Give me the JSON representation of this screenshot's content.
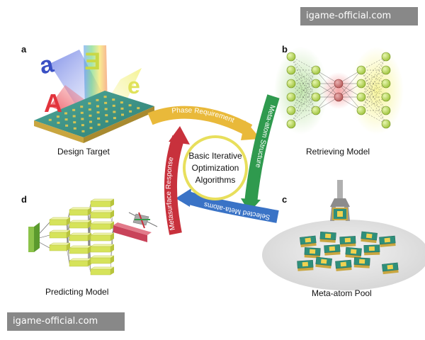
{
  "panels": {
    "a": {
      "letter": "a",
      "label": "Design Target"
    },
    "b": {
      "letter": "b",
      "label": "Retrieving Model"
    },
    "c": {
      "letter": "c",
      "label": "Meta-atom Pool"
    },
    "d": {
      "letter": "d",
      "label": "Predicting Model"
    }
  },
  "design_glyphs": {
    "g1": "a",
    "g2": "E",
    "g3": "A",
    "g4": "e"
  },
  "cycle": {
    "center_lines": [
      "Basic Iterative",
      "Optimization",
      "Algorithms"
    ],
    "arcs": {
      "top": "Phase Requirement",
      "right": "Meta-atom Structure",
      "bottom": "Selected Meta-atoms",
      "left": "Metasurface Response"
    },
    "colors": {
      "top": "#e9b93a",
      "right": "#2f9a4e",
      "bottom": "#3a73c6",
      "left": "#c8313c"
    }
  },
  "watermark": {
    "top": "igame-official.com",
    "bottom": "igame-official.com"
  }
}
